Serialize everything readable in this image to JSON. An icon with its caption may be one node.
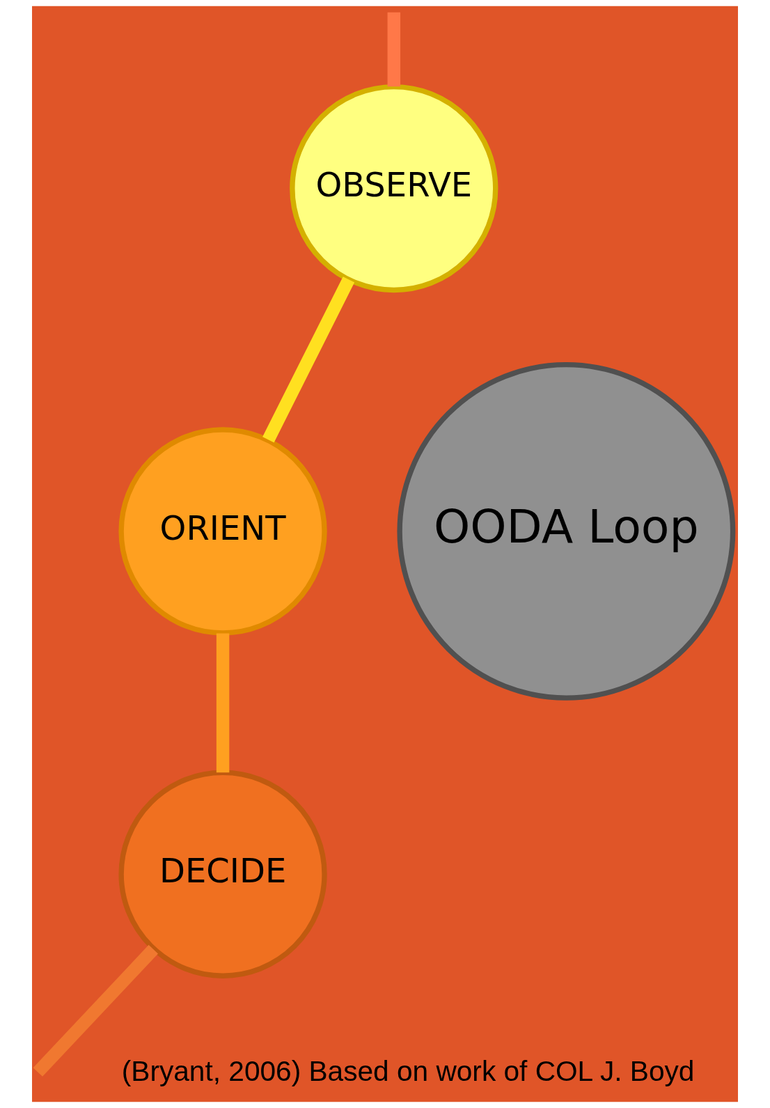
{
  "diagram": {
    "nodes": [
      {
        "text": [
          "OBSERVE"
        ]
      },
      {
        "text": [
          "ORIENT"
        ]
      },
      {
        "text": [
          "DECIDE"
        ]
      },
      {
        "text": [
          "OODA Loop"
        ]
      }
    ],
    "edges": [
      {
        "from": 0,
        "to": 1,
        "arrow": "none",
        "color": "#ffe020"
      },
      {
        "from": 1,
        "to": 2,
        "arrow": "none",
        "color": "#ffa020"
      },
      {
        "from": 2,
        "to": null,
        "arrow": "none",
        "color": "#f07830"
      },
      {
        "from": null,
        "to": 0,
        "arrow": "none",
        "color": "#ff7848"
      }
    ],
    "labels": [
      "(Bryant, 2006) Based on work of COL J. Boyd"
    ]
  }
}
